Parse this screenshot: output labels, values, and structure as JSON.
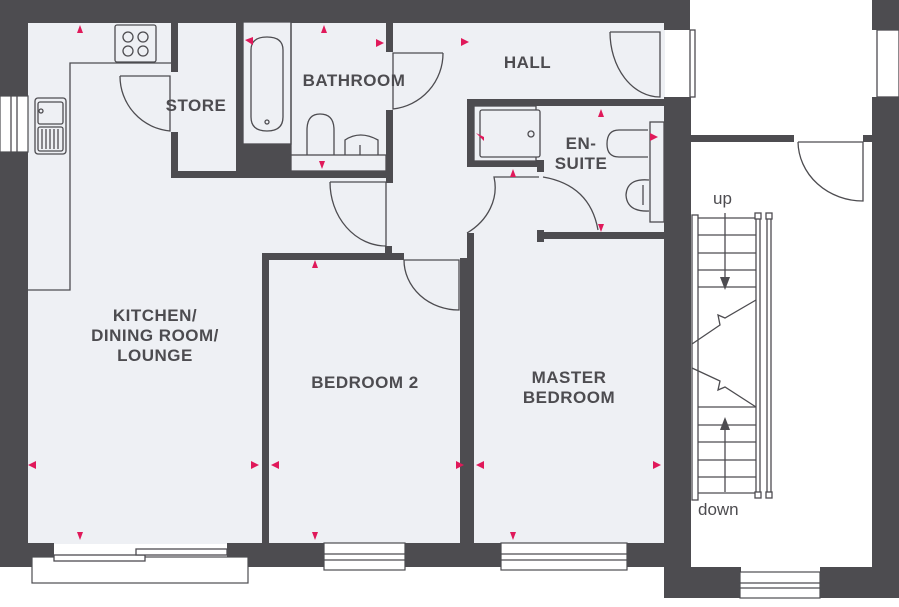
{
  "floorplan": {
    "rooms": {
      "kitchen": {
        "label": "KITCHEN/\nDINING ROOM/\nLOUNGE"
      },
      "store": {
        "label": "STORE"
      },
      "bathroom": {
        "label": "BATHROOM"
      },
      "hall": {
        "label": "HALL"
      },
      "ensuite": {
        "label": "EN-\nSUITE"
      },
      "bedroom2": {
        "label": "BEDROOM 2"
      },
      "master": {
        "label": "MASTER\nBEDROOM"
      }
    },
    "stairs": {
      "up_label": "up",
      "down_label": "down"
    },
    "colors": {
      "wall": "#4d4c50",
      "floor": "#eef0f4",
      "measurement_marker": "#e0195a"
    }
  }
}
